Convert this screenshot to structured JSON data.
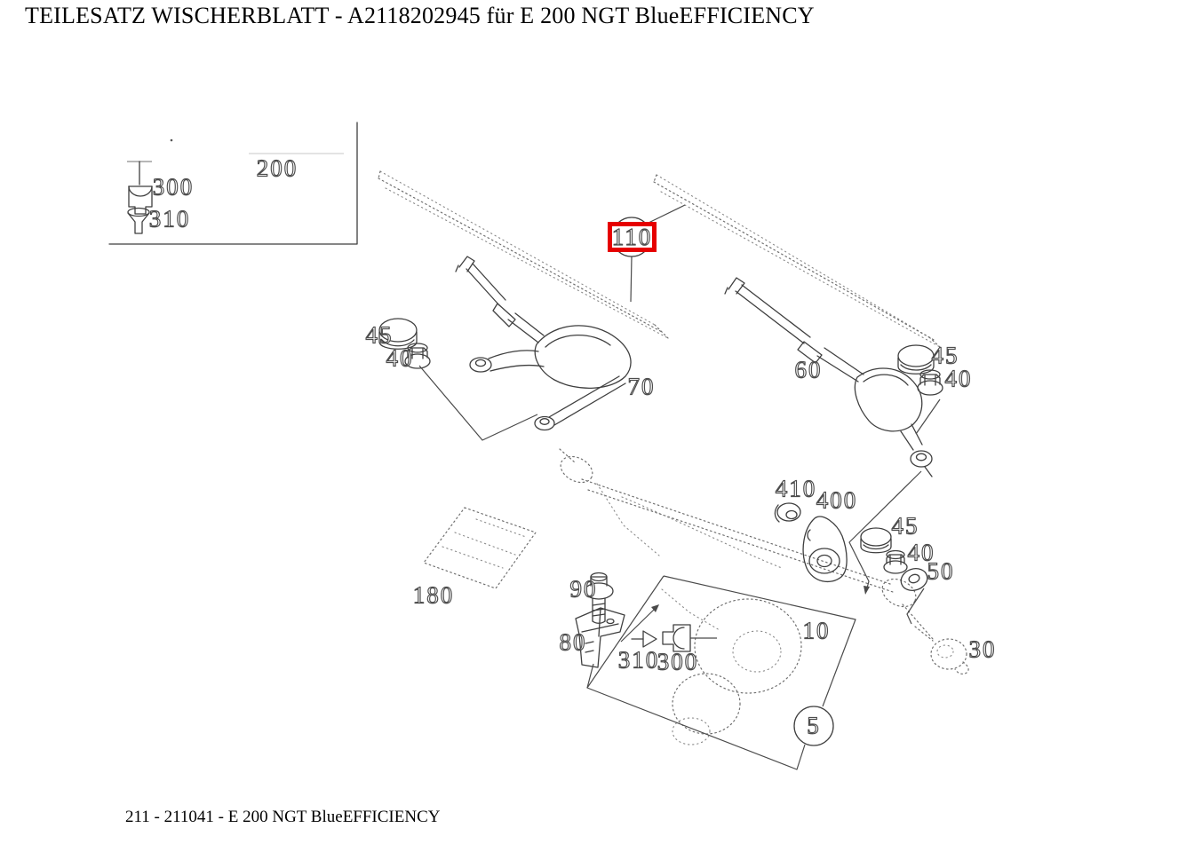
{
  "window": {
    "title": "TEILESATZ WISCHERBLATT  - A2118202945 für E 200 NGT BlueEFFICIENCY"
  },
  "footer": {
    "text": "211 - 211041 - E 200 NGT BlueEFFICIENCY"
  },
  "highlight": {
    "selected_part": "110",
    "color": "#e60000"
  },
  "legend": {
    "kit_label": "200",
    "items": [
      {
        "icon": "connector-300-icon",
        "label": "300"
      },
      {
        "icon": "plug-310-icon",
        "label": "310"
      }
    ]
  },
  "callouts": {
    "kit_200": "200",
    "legend_300": "300",
    "legend_310": "310",
    "wiper_blade_110": "110",
    "cap_left_45": "45",
    "nut_left_40": "40",
    "wiper_arm_left_70": "70",
    "wiper_arm_right_60": "60",
    "cap_right_45": "45",
    "nut_right_40": "40",
    "grommet_410": "410",
    "bracket_400": "400",
    "cap_mid_45": "45",
    "nut_mid_40": "40",
    "washer_50": "50",
    "control_module_180": "180",
    "bolt_90": "90",
    "bracket_80": "80",
    "plug_310": "310",
    "connector_300": "300",
    "motor_10": "10",
    "cap_30": "30",
    "assembly_5": "5"
  }
}
